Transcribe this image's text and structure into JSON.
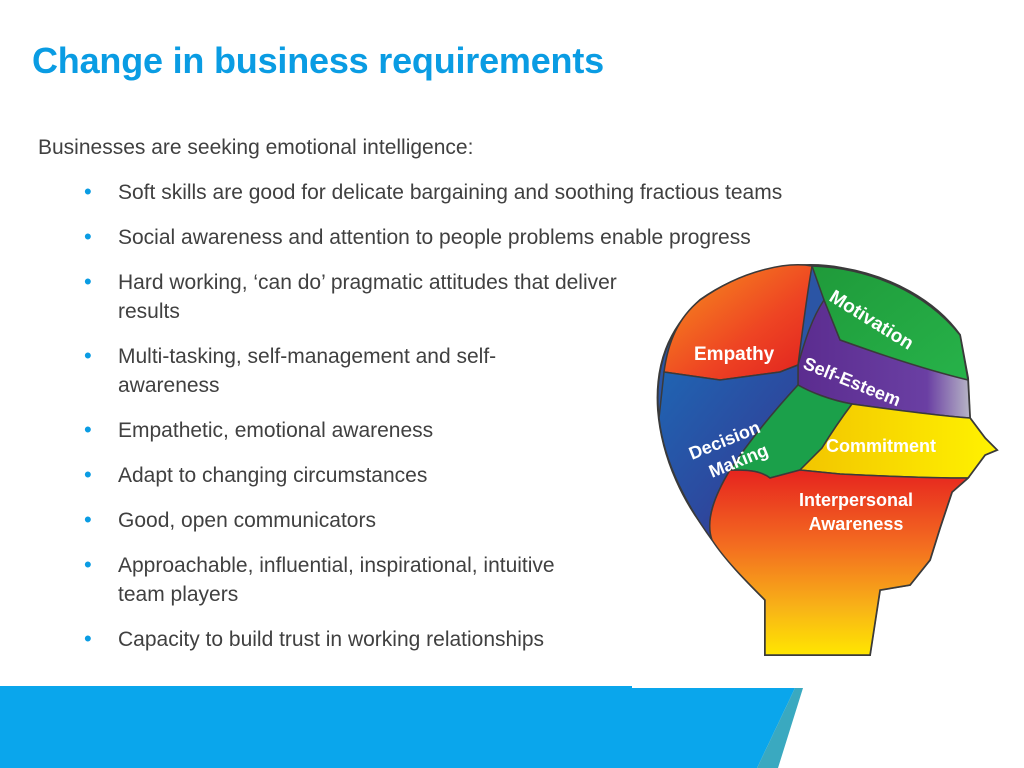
{
  "title": "Change in business requirements",
  "intro": "Businesses are seeking emotional intelligence:",
  "bullets": [
    "Soft skills are good for delicate bargaining and soothing fractious teams",
    "Social awareness and attention to people problems enable progress",
    "Hard working, ‘can do’ pragmatic attitudes that deliver results",
    "Multi-tasking, self-management and self-awareness",
    "Empathetic, emotional awareness",
    "Adapt to changing circumstances",
    "Good, open communicators",
    "Approachable, influential, inspirational, intuitive team players",
    "Capacity to build trust in working relationships"
  ],
  "bullet_glyph": "•",
  "head_labels": {
    "empathy": "Empathy",
    "motivation": "Motivation",
    "self_esteem": "Self-Esteem",
    "decision": "Decision",
    "making": "Making",
    "commitment": "Commitment",
    "interpersonal": "Interpersonal",
    "awareness": "Awareness"
  },
  "colors": {
    "accent": "#0a9ce3",
    "text": "#404040",
    "footer_main": "#0aa6ec",
    "footer_teal": "#3aa9c0"
  }
}
